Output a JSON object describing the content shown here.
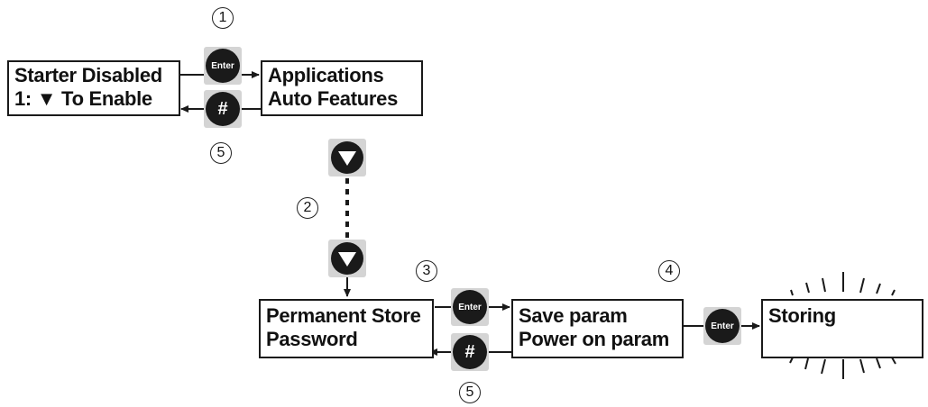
{
  "displays": {
    "starter_disabled": {
      "line1": "Starter Disabled",
      "line2": "1: ▼ To Enable"
    },
    "applications": {
      "line1": "Applications",
      "line2": "Auto Features"
    },
    "permanent_store": {
      "line1": "Permanent Store",
      "line2": "Password"
    },
    "save_param": {
      "line1": "Save param",
      "line2": "Power on param"
    },
    "storing": {
      "line1": "Storing"
    }
  },
  "buttons": {
    "enter_label": "Enter",
    "hash_label": "#"
  },
  "steps": {
    "s1": "1",
    "s2": "2",
    "s3": "3",
    "s4": "4",
    "s5a": "5",
    "s5b": "5"
  },
  "colors": {
    "button": "#1a1a1a",
    "keycap": "#d4d4d4",
    "line": "#1a1a1a"
  }
}
